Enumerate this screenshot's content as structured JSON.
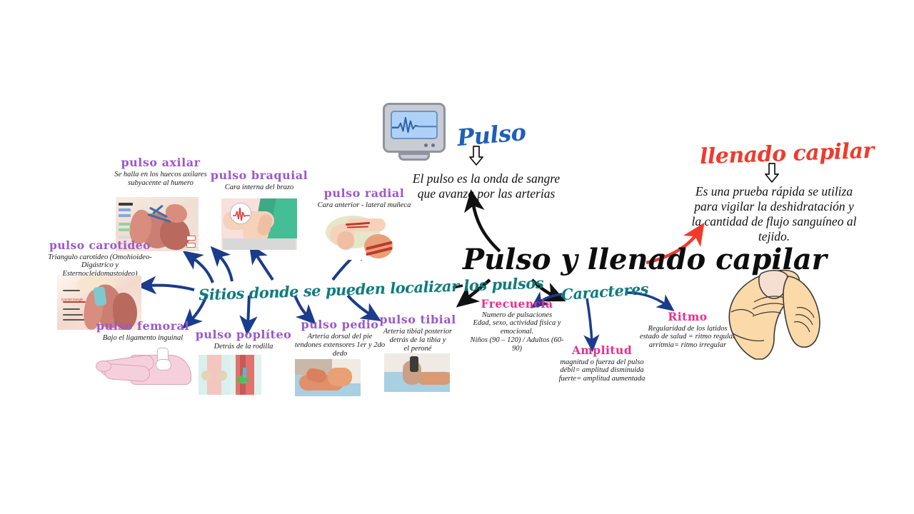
{
  "central": {
    "title": "Pulso y llenado capilar"
  },
  "pulso_branch": {
    "heading": "Pulso",
    "definition_line1": "El pulso es la onda de sangre",
    "definition_line2": "que avanza por las arterias",
    "icon": "ecg-monitor-icon",
    "heading_color": "#1f5fb5"
  },
  "sitios_branch": {
    "heading": "Sitios donde se pueden localizar los pulsos",
    "heading_color": "#0f7b7f",
    "nodes": [
      {
        "id": "axilar",
        "title": "pulso axilar",
        "desc_lines": [
          "Se halla en los huecos axilares",
          "subyacente al humero"
        ],
        "image": "axillary-anatomy-image"
      },
      {
        "id": "carotideo",
        "title": "pulso carotideo",
        "desc_lines": [
          "Triangulo carotideo (Omohioideo-",
          "Digástrico y",
          "Esternocleidomastoideo)"
        ],
        "image": "carotid-anatomy-image"
      },
      {
        "id": "braquial",
        "title": "pulso braquial",
        "desc_lines": [
          "Cara interna del brazo"
        ],
        "image": "brachial-pulse-image"
      },
      {
        "id": "radial",
        "title": "pulso radial",
        "desc_lines": [
          "Cara anterior - lateral muñeca"
        ],
        "image": "radial-pulse-image"
      },
      {
        "id": "femoral",
        "title": "pulso femoral",
        "desc_lines": [
          "Bajo el ligamento inguinal"
        ],
        "image": "femoral-pulse-image"
      },
      {
        "id": "popliteo",
        "title": "pulso poplíteo",
        "desc_lines": [
          "Detrás de la rodilla"
        ],
        "image": "popliteal-pulse-image"
      },
      {
        "id": "pedio",
        "title": "pulso pedio",
        "desc_lines": [
          "Arteria dorsal del pie",
          "tendones extensores 1er y 2do",
          "dedo"
        ],
        "image": "pedal-pulse-image"
      },
      {
        "id": "tibial",
        "title": "pulso tibial",
        "desc_lines": [
          "Arteria tibial posterior",
          "detrás de la tibia y",
          "el peroné"
        ],
        "image": "tibial-pulse-image"
      }
    ]
  },
  "caracteres_branch": {
    "heading": "Caracteres",
    "heading_color": "#0f7b7f",
    "nodes": [
      {
        "id": "frecuencia",
        "title": "Frecuencia",
        "desc_lines": [
          "Numero de pulsaciones",
          "Edad, sexo, actividad física y",
          "emocional.",
          "Niños (90 – 120) / Adultos (60-",
          "90)"
        ]
      },
      {
        "id": "amplitud",
        "title": "Amplitud",
        "desc_lines": [
          "magnitud o fuerza del pulso",
          "débil= amplitud disminuida",
          "fuerte= amplitud aumentada"
        ]
      },
      {
        "id": "ritmo",
        "title": "Ritmo",
        "desc_lines": [
          "Regularidad de los latidos",
          "estado de salud = ritmo regular",
          "arritmia= ritmo irregular"
        ]
      }
    ]
  },
  "llenado_branch": {
    "heading": "llenado capilar",
    "heading_color": "#ef3b2c",
    "definition_lines": [
      "Es una prueba rápida se utiliza",
      "para vigilar la deshidratación y",
      "la cantidad de flujo sanguíneo al",
      "tejido."
    ],
    "image": "fingers-pressing-nail-image"
  },
  "colors": {
    "purple": "#9b59c9",
    "pink": "#e5308c",
    "teal": "#0f7b7f",
    "navy": "#1b3c8c",
    "red": "#ef3b2c",
    "black": "#111111",
    "blue": "#1f5fb5"
  }
}
